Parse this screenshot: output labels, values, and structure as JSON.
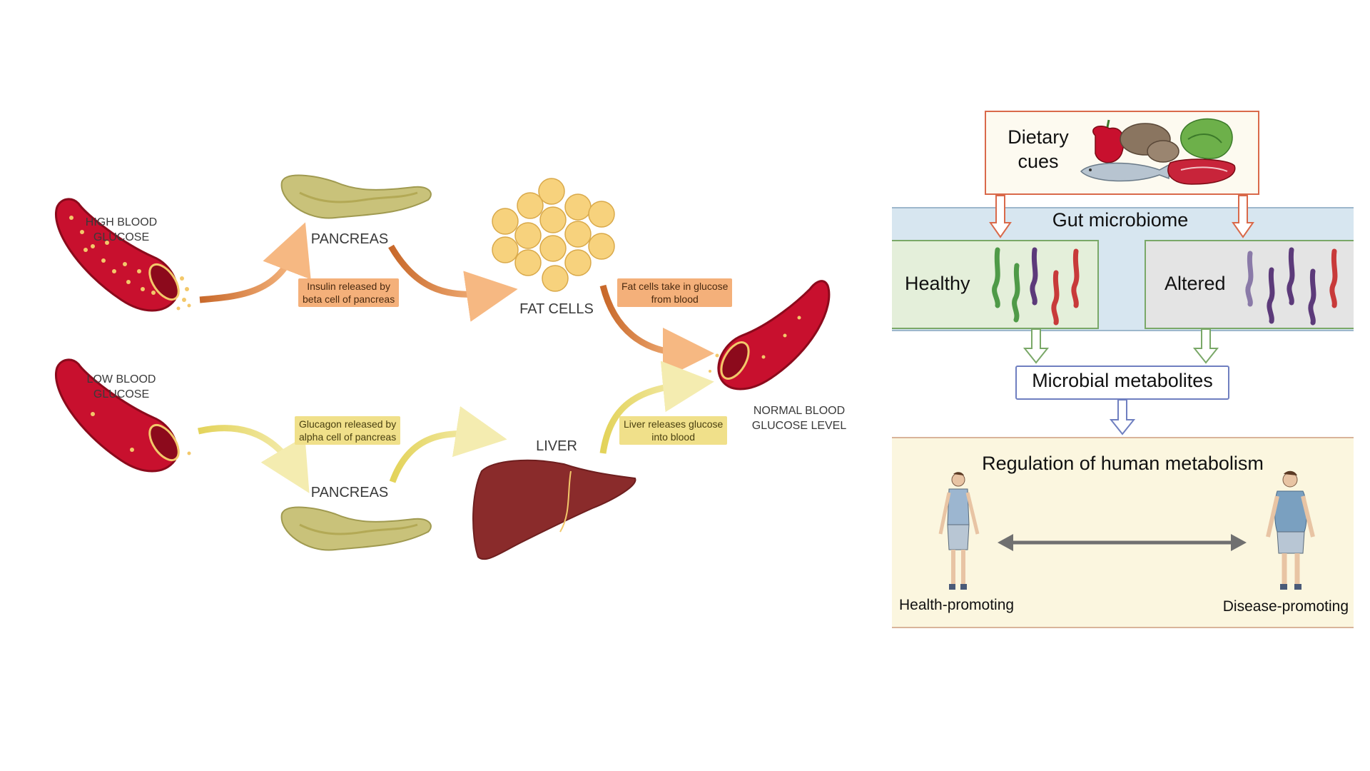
{
  "glucose_panel": {
    "high_blood_glucose": "HIGH BLOOD\nGLUCOSE",
    "low_blood_glucose": "LOW BLOOD\nGLUCOSE",
    "pancreas_top": "PANCREAS",
    "pancreas_bottom": "PANCREAS",
    "fat_cells": "FAT CELLS",
    "liver": "LIVER",
    "normal_blood_glucose": "NORMAL BLOOD\nGLUCOSE LEVEL",
    "insulin_caption": "Insulin released by\nbeta cell of pancreas",
    "fat_caption": "Fat cells take in glucose\nfrom blood",
    "glucagon_caption": "Glucagon released by\nalpha cell of pancreas",
    "liver_caption": "Liver releases glucose\ninto blood",
    "colors": {
      "vessel_red": "#c8102e",
      "vessel_dark": "#8c0a1c",
      "glucose_dot": "#f3c86a",
      "pancreas": "#c9c27a",
      "fat_cell": "#f7d27d",
      "liver": "#8a2b2b",
      "arrow_orange": "#e8894a",
      "arrow_yellow": "#e2d46a"
    }
  },
  "microbiome_panel": {
    "dietary_cues": "Dietary\ncues",
    "gut_microbiome": "Gut microbiome",
    "healthy": "Healthy",
    "altered": "Altered",
    "microbial_metabolites": "Microbial metabolites",
    "regulation": "Regulation of human metabolism",
    "health_promoting": "Health-promoting",
    "disease_promoting": "Disease-promoting",
    "colors": {
      "dietary_border": "#d9694a",
      "gut_band": "#d7e6f0",
      "healthy_fill": "#e4efda",
      "altered_fill": "#e4e4e4",
      "metabolites_border": "#6f7fc0",
      "regulation_fill": "#fbf6df",
      "arrow_green": "#7aa868",
      "double_arrow": "#707070"
    }
  }
}
